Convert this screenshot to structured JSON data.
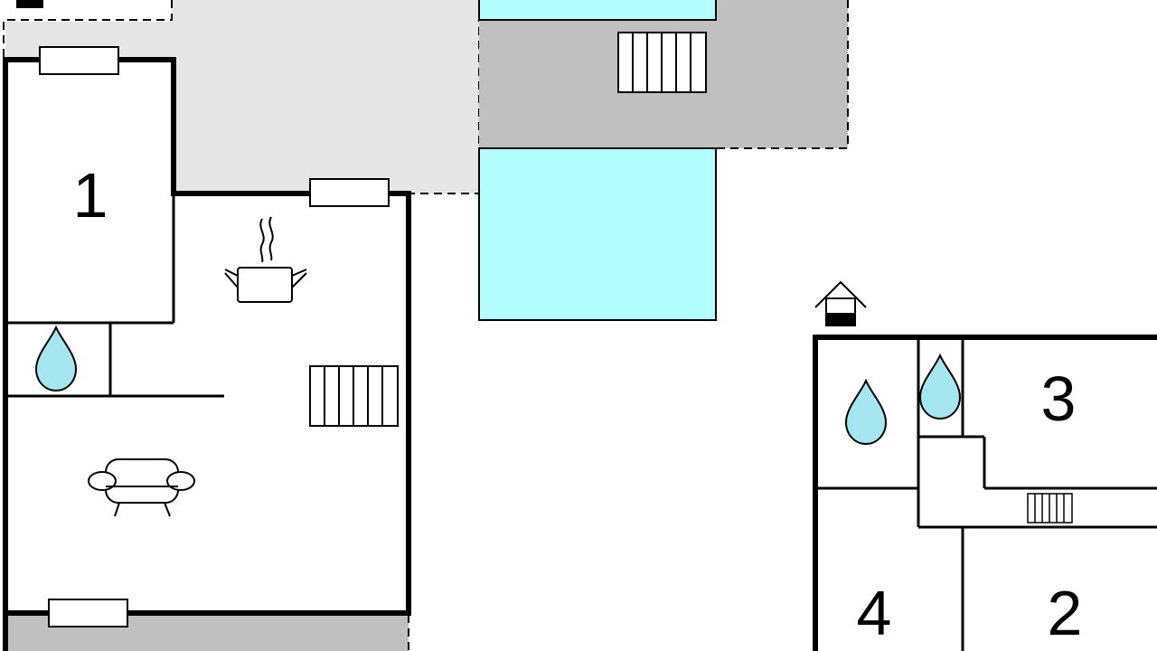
{
  "floor_plan": {
    "rooms": [
      {
        "number": "1"
      },
      {
        "number": "3"
      },
      {
        "number": "4"
      },
      {
        "number": "2"
      }
    ],
    "colors": {
      "wall": "#000000",
      "terrace": "#e6e6e6",
      "deck": "#c0c0c0",
      "pool": "#b3ffff",
      "water_drop": "#a6e6f0"
    },
    "icons": [
      "window-icon",
      "stove-pot-icon",
      "stairs-icon",
      "water-drop-icon",
      "sofa-icon",
      "house-icon",
      "pool"
    ]
  }
}
